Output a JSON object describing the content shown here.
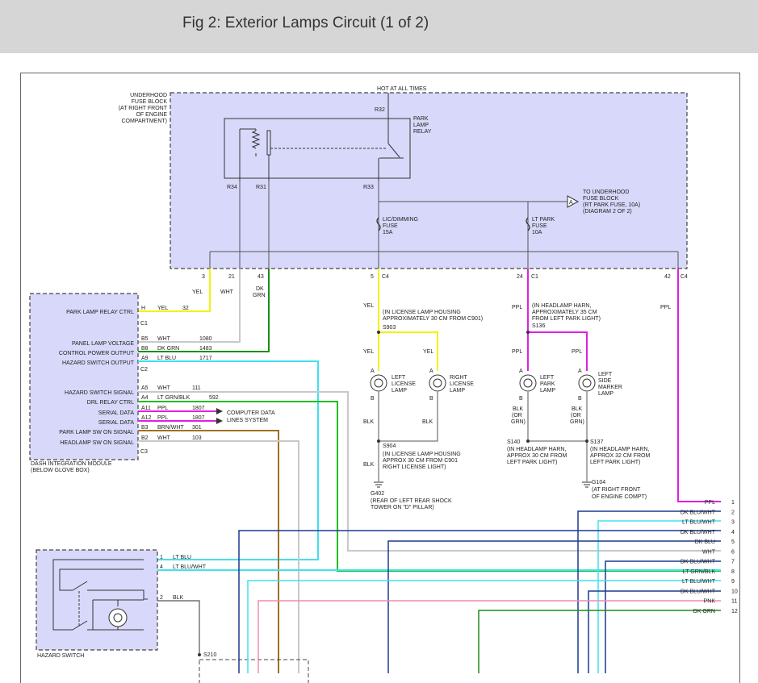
{
  "title": "Fig 2: Exterior Lamps Circuit (1 of 2)",
  "colors": {
    "fuse_block_fill": "#d8d8fa",
    "yellow": "#f2f20a",
    "green": "#1a8f1a",
    "light_blue": "#40e0f0",
    "purple": "#e020e0",
    "dark_blue": "#1b3a8f",
    "pink": "#f08cb0",
    "brown": "#a07020",
    "gray": "#909090",
    "black": "#333333"
  },
  "hot_at_all_times": "HOT AT ALL TIMES",
  "fuse_block": {
    "label_lines": [
      "UNDERHOOD",
      "FUSE BLOCK",
      "(AT RIGHT FRONT",
      "OF ENGINE",
      "COMPARTMENT)"
    ],
    "relay_lines": [
      "PARK",
      "LAMP",
      "RELAY"
    ],
    "r32": "R32",
    "r34": "R34",
    "r31": "R31",
    "r33": "R33",
    "lic_fuse_lines": [
      "LIC/DIMMING",
      "FUSE",
      "15A"
    ],
    "lt_park_fuse_lines": [
      "LT PARK",
      "FUSE",
      "10A"
    ],
    "to_fuse_lines": [
      "TO UNDERHOOD",
      "FUSE BLOCK",
      "(RT PARK FUSE, 10A)",
      "(DIAGRAM 2 OF 2)"
    ],
    "connector_a": "A"
  },
  "pins": {
    "p3": "3",
    "p21": "21",
    "p43": "43",
    "p5": "5",
    "c4a": "C4",
    "p24": "24",
    "c1a": "C1",
    "p42": "42",
    "c4b": "C4"
  },
  "wire_labels_top": {
    "yel": "YEL",
    "wht": "WHT",
    "dkgrn_1": "DK",
    "dkgrn_2": "GRN",
    "yel_c903": "YEL",
    "ppl_s136": "PPL",
    "ppl_right": "PPL",
    "yel_l": "YEL",
    "yel_r": "YEL",
    "ppl_l": "PPL",
    "ppl_r": "PPL"
  },
  "splices": {
    "s903": "S903",
    "s903_note": [
      "(IN LICENSE LAMP HOUSING",
      "APPROXIMATELY 30 CM FROM C901)"
    ],
    "s136": "S136",
    "s136_note": [
      "(IN HEADLAMP HARN,",
      "APPROXIMATELY 35 CM",
      "FROM LEFT PARK LIGHT)"
    ],
    "s904": "S904",
    "s904_note": [
      "(IN LICENSE LAMP HOUSING",
      "APPROX 30 CM FROM C901",
      "RIGHT LICENSE LIGHT)"
    ],
    "s140": "S140",
    "s140_note": [
      "(IN HEADLAMP HARN,",
      "APPROX 30 CM FROM",
      "LEFT PARK LIGHT)"
    ],
    "s137": "S137",
    "s137_note": [
      "(IN HEADLAMP HARN,",
      "APPROX 32 CM FROM",
      "LEFT PARK LIGHT)"
    ],
    "g402": "G402",
    "g402_note": [
      "(REAR OF LEFT REAR SHOCK",
      "TOWER ON \"D\" PILLAR)"
    ],
    "g104": "G104",
    "g104_note": [
      "(AT RIGHT FRONT",
      "OF ENGINE COMPT)"
    ],
    "s210": "S210"
  },
  "lamps": {
    "left_license": [
      "LEFT",
      "LICENSE",
      "LAMP"
    ],
    "right_license": [
      "RIGHT",
      "LICENSE",
      "LAMP"
    ],
    "left_park": [
      "LEFT",
      "PARK",
      "LAMP"
    ],
    "left_side_marker": [
      "LEFT",
      "SIDE",
      "MARKER",
      "LAMP"
    ],
    "pin_a": "A",
    "pin_b": "B",
    "blk": "BLK",
    "blk_or_grn": [
      "BLK",
      "(OR",
      "GRN)"
    ]
  },
  "dim": {
    "signals": [
      {
        "name": "PARK LAMP RELAY CTRL",
        "pin": "H",
        "color": "YEL",
        "circuit": "32"
      },
      {
        "name": "PANEL LAMP VOLTAGE",
        "pin": "B5",
        "color": "WHT",
        "circuit": "1080"
      },
      {
        "name": "",
        "pin": "B8",
        "color": "DK GRN",
        "circuit": "1483"
      },
      {
        "name": "CONTROL POWER OUTPUT",
        "pin": "A9",
        "color": "LT BLU",
        "circuit": "1717"
      },
      {
        "name": "HAZARD SWITCH OUTPUT",
        "pin": "",
        "color": "",
        "circuit": ""
      },
      {
        "name": "HAZARD SWITCH SIGNAL",
        "pin": "A5",
        "color": "WHT",
        "circuit": "111"
      },
      {
        "name": "DRL RELAY CTRL",
        "pin": "A4",
        "color": "LT GRN/BLK",
        "circuit": "592"
      },
      {
        "name": "SERIAL DATA",
        "pin": "A11",
        "color": "PPL",
        "circuit": "1807"
      },
      {
        "name": "SERIAL DATA",
        "pin": "A12",
        "color": "PPL",
        "circuit": "1807"
      },
      {
        "name": "PARK LAMP SW ON SIGNAL",
        "pin": "B3",
        "color": "BRN/WHT",
        "circuit": "301"
      },
      {
        "name": "HEADLAMP SW ON SIGNAL",
        "pin": "B2",
        "color": "WHT",
        "circuit": "103"
      }
    ],
    "c1": "C1",
    "c2": "C2",
    "c3": "C3",
    "computer_data_lines": [
      "COMPUTER DATA",
      "LINES SYSTEM"
    ],
    "label_lines": [
      "DASH INTEGRATION MODULE",
      "(BELOW GLOVE BOX)"
    ]
  },
  "hazard_switch": {
    "label": "HAZARD SWITCH",
    "pins": [
      {
        "pin": "1",
        "color": "LT BLU"
      },
      {
        "pin": "4",
        "color": "LT BLU/WHT"
      },
      {
        "pin": "2",
        "color": "BLK"
      }
    ]
  },
  "connector_rows": [
    {
      "color": "PPL",
      "pin": "1"
    },
    {
      "color": "DK BLU/WHT",
      "pin": "2"
    },
    {
      "color": "LT BLU/WHT",
      "pin": "3"
    },
    {
      "color": "DK BLU/WHT",
      "pin": "4"
    },
    {
      "color": "DK BLU",
      "pin": "5"
    },
    {
      "color": "WHT",
      "pin": "6"
    },
    {
      "color": "DK BLU/WHT",
      "pin": "7"
    },
    {
      "color": "LT GRN/BLK",
      "pin": "8"
    },
    {
      "color": "LT BLU/WHT",
      "pin": "9"
    },
    {
      "color": "DK BLU/WHT",
      "pin": "10"
    },
    {
      "color": "PNK",
      "pin": "11"
    },
    {
      "color": "DK GRN",
      "pin": "12"
    }
  ]
}
